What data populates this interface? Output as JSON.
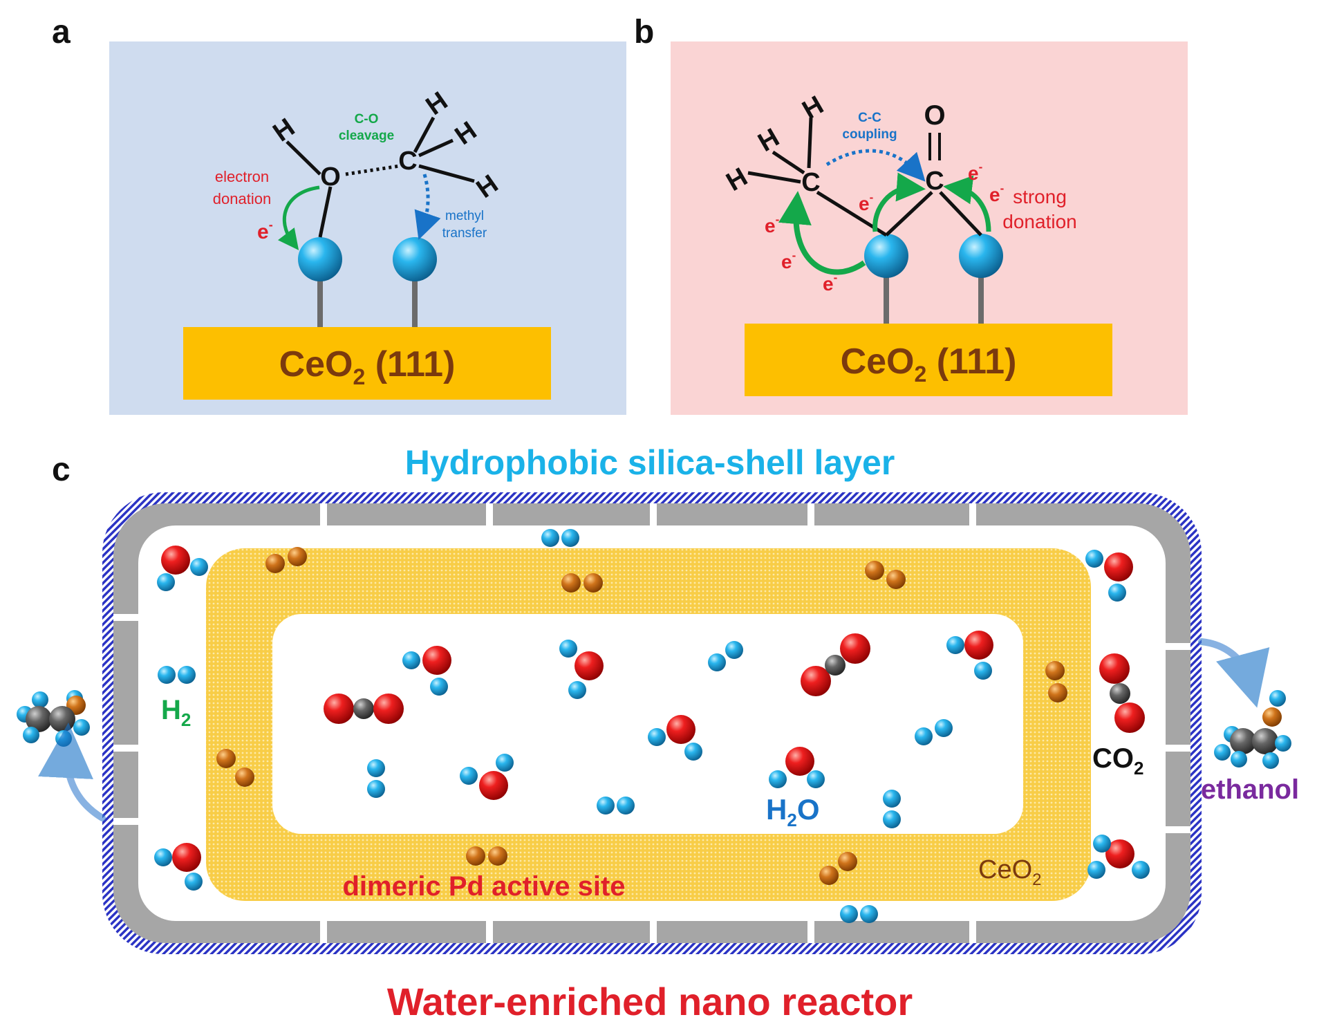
{
  "panels": {
    "a": {
      "letter": "a",
      "substrate": {
        "main": "CeO",
        "sub": "2",
        "tail": " (111)"
      },
      "atoms": {
        "H": "H",
        "O": "O",
        "C": "C"
      },
      "annotations": {
        "cleavage_1": "C-O",
        "cleavage_2": "cleavage",
        "donation_1": "electron",
        "donation_2": "donation",
        "electron": "e",
        "electron_sup": "-",
        "methyl_1": "methyl",
        "methyl_2": "transfer"
      },
      "background_color": "#cfdcef"
    },
    "b": {
      "letter": "b",
      "substrate": {
        "main": "CeO",
        "sub": "2",
        "tail": " (111)"
      },
      "atoms": {
        "H": "H",
        "O": "O",
        "C": "C"
      },
      "annotations": {
        "coupling_1": "C-C",
        "coupling_2": "coupling",
        "strong_1": "strong",
        "strong_2": "donation",
        "electron": "e",
        "electron_sup": "-"
      },
      "background_color": "#fad4d4"
    },
    "c": {
      "letter": "c",
      "title": "Hydrophobic silica-shell layer",
      "caption": "Water-enriched nano reactor",
      "labels": {
        "h2_main": "H",
        "h2_sub": "2",
        "h2o_main": "H",
        "h2o_sub": "2",
        "h2o_tail": "O",
        "co2_main": "CO",
        "co2_sub": "2",
        "ceo2_main": "CeO",
        "ceo2_sub": "2",
        "active_site": "dimeric Pd active site",
        "product": "ethanol"
      }
    }
  },
  "colors": {
    "substrate": "#fdbf00",
    "substrate_text": "#7b3a0e",
    "atom_blue": "#1aa3e0",
    "oxygen_red": "#e8101a",
    "carbon_gray": "#555555",
    "pd_orange": "#c8660f",
    "shell_gray": "#a6a6a6",
    "shell_hatch": "#2b33c4",
    "green": "#14a84a",
    "blue_text": "#1973c8",
    "red_text": "#e0202a",
    "purple_text": "#7a2a9e"
  }
}
